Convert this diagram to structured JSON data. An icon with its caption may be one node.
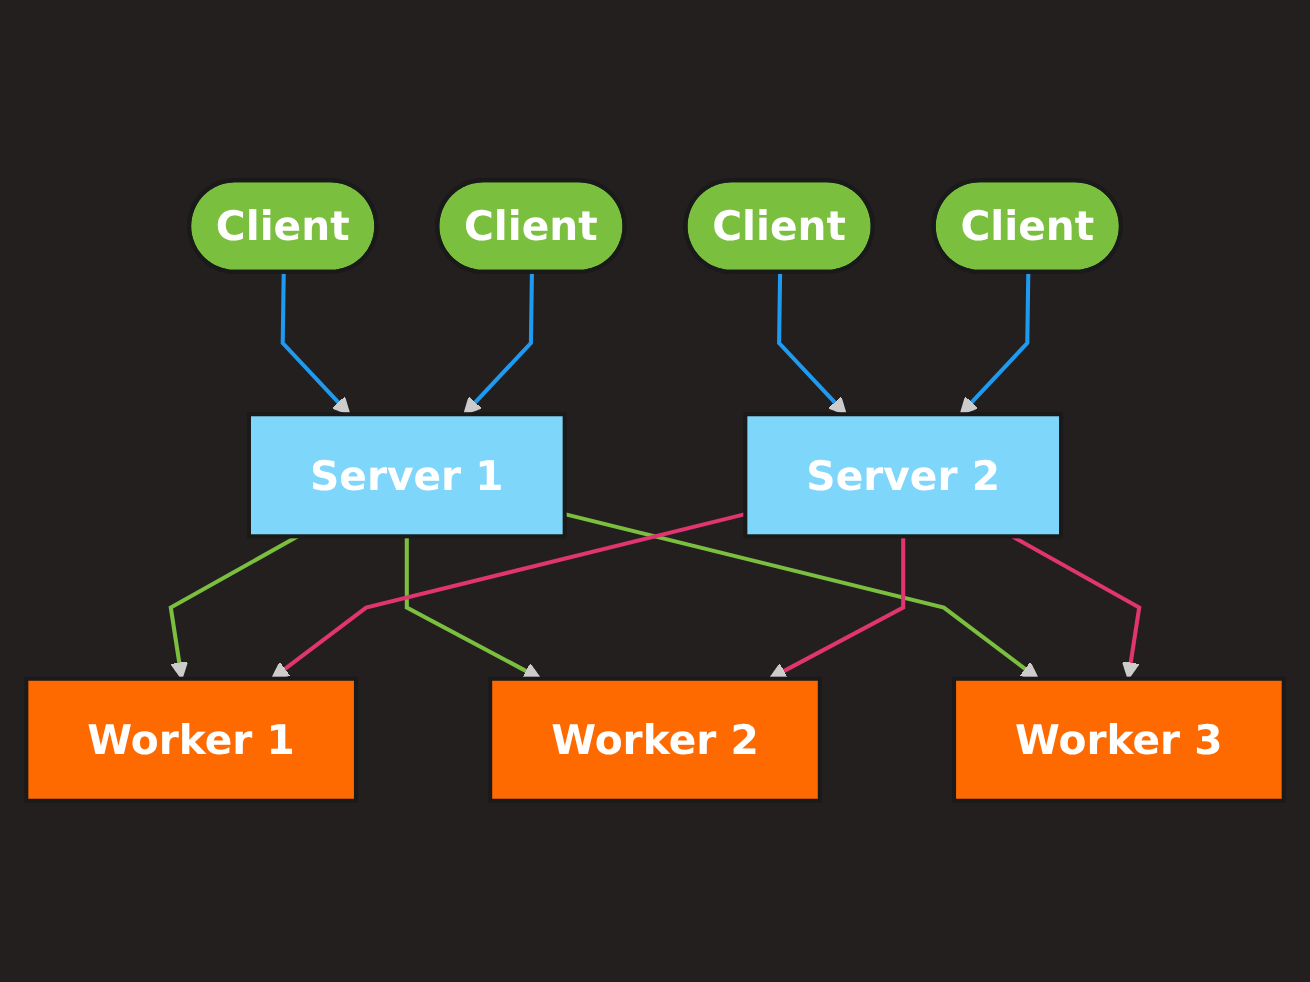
{
  "diagram": {
    "nodes": [
      {
        "text": [
          "Client"
        ]
      },
      {
        "text": [
          "Client"
        ]
      },
      {
        "text": [
          "Client"
        ]
      },
      {
        "text": [
          "Client"
        ]
      },
      {
        "text": [
          "Server 1"
        ]
      },
      {
        "text": [
          "Server 2"
        ]
      },
      {
        "text": [
          "Worker 1"
        ]
      },
      {
        "text": [
          "Worker 2"
        ]
      },
      {
        "text": [
          "Worker 3"
        ]
      }
    ],
    "edges": [
      {
        "from": 0,
        "to": 4,
        "arrow": "to",
        "color": "#1e9bf0"
      },
      {
        "from": 1,
        "to": 4,
        "arrow": "to",
        "color": "#1e9bf0"
      },
      {
        "from": 2,
        "to": 5,
        "arrow": "to",
        "color": "#1e9bf0"
      },
      {
        "from": 3,
        "to": 5,
        "arrow": "to",
        "color": "#1e9bf0"
      },
      {
        "from": 4,
        "to": 6,
        "arrow": "to",
        "color": "#7bbf3e"
      },
      {
        "from": 4,
        "to": 7,
        "arrow": "to",
        "color": "#7bbf3e"
      },
      {
        "from": 4,
        "to": 8,
        "arrow": "to",
        "color": "#7bbf3e"
      },
      {
        "from": 5,
        "to": 6,
        "arrow": "to",
        "color": "#e0356f"
      },
      {
        "from": 5,
        "to": 7,
        "arrow": "to",
        "color": "#e0356f"
      },
      {
        "from": 5,
        "to": 8,
        "arrow": "to",
        "color": "#e0356f"
      }
    ]
  }
}
